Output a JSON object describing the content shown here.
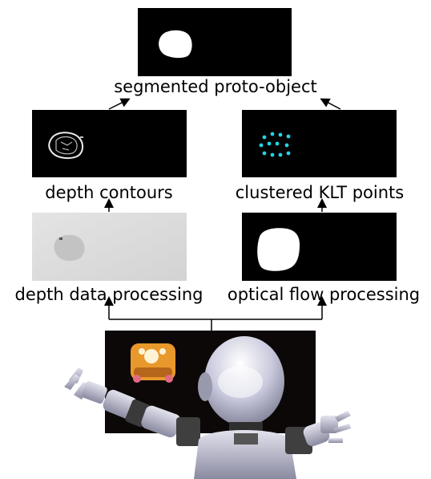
{
  "diagram": {
    "top_label": "segmented proto-object",
    "left_mid_label": "depth contours",
    "right_mid_label": "clustered KLT points",
    "left_bottom_label": "depth data processing",
    "right_bottom_label": "optical flow processing"
  },
  "colors": {
    "panel_background": "#000000",
    "depth_background": "#dcdcdc",
    "klt_points": "#22d3e6",
    "arrow": "#000000"
  },
  "icons": [
    "robot-image",
    "toy-object-image"
  ]
}
